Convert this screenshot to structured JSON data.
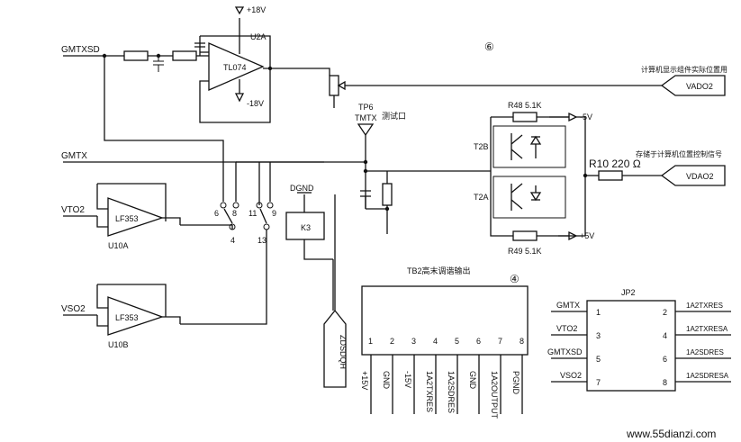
{
  "signals": {
    "gmtxsd": "GMTXSD",
    "gmtx": "GMTX",
    "vto2": "VTO2",
    "vso2": "VSO2",
    "vado2": "VADO2",
    "vdao2": "VDAO2",
    "zdsdqh": "ZDSDQH",
    "dgnd": "DGND"
  },
  "markers": {
    "six": "⑥",
    "four": "④"
  },
  "power": {
    "p18": "+18V",
    "m18": "-18V",
    "m5": "-5V",
    "p5": "+5V"
  },
  "components": {
    "u2a": "U2A",
    "tl074": "TL074",
    "lf353a": "LF353",
    "lf353b": "LF353",
    "u10a": "U10A",
    "u10b": "U10B",
    "k3": "K3",
    "t2a": "T2A",
    "t2b": "T2B",
    "r48": "R48 5.1K",
    "r49": "R49 5.1K",
    "r10": "R10  220 Ω",
    "tp6": "TP6",
    "tmtx": "TMTX",
    "jp2": "JP2"
  },
  "notes": {
    "test_port": "测试口",
    "vado2_desc": "计算机显示组件实际位置用",
    "vdao2_desc": "存储于计算机位置控制信号",
    "tb2_title": "TB2高末调谐输出"
  },
  "relay_pins": {
    "p6": "6",
    "p8": "8",
    "p11": "11",
    "p9": "9",
    "p4": "4",
    "p13": "13"
  },
  "tb2": {
    "pins": [
      "1",
      "2",
      "3",
      "4",
      "5",
      "6",
      "7",
      "8"
    ],
    "labels": [
      "+15V",
      "GND",
      "-15V",
      "1A2TXRES",
      "1A2SDRES",
      "GND",
      "1A2OUTPUT",
      "PGND"
    ]
  },
  "jp2": {
    "left_pins": [
      "1",
      "3",
      "5",
      "7"
    ],
    "right_pins": [
      "2",
      "4",
      "6",
      "8"
    ],
    "left_labels": [
      "GMTX",
      "VTO2",
      "GMTXSD",
      "VSO2"
    ],
    "right_labels": [
      "1A2TXRES",
      "1A2TXRESA",
      "1A2SDRES",
      "1A2SDRESA"
    ]
  },
  "watermark": "www.55dianzi.com"
}
